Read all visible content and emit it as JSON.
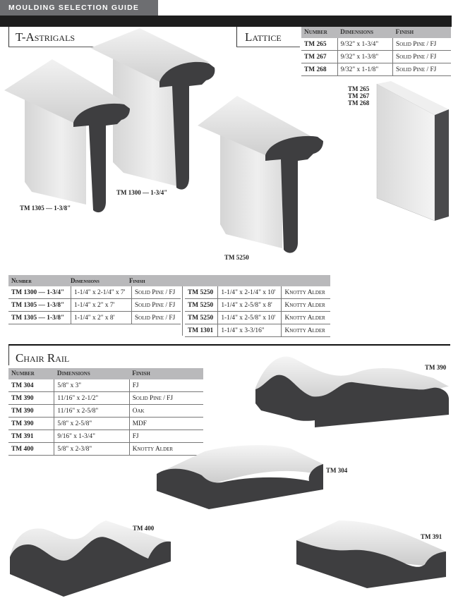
{
  "header": {
    "title": "MOULDING SELECTION GUIDE"
  },
  "t_astrigals": {
    "title": "T-Astrigals",
    "labels": {
      "tm1305": "TM 1305 — 1-3/8\"",
      "tm1300": "TM 1300 — 1-3/4\"",
      "tm5250": "TM 5250"
    },
    "table": {
      "headers": [
        "Number",
        "Dimensions",
        "Finish"
      ],
      "left_rows": [
        [
          "TM 1300 — 1-3/4\"",
          "1-1/4\" x 2-1/4\" x 7'",
          "Solid Pine / FJ"
        ],
        [
          "TM 1305 — 1-3/8\"",
          "1-1/4\" x 2\" x 7'",
          "Solid Pine / FJ"
        ],
        [
          "TM 1305 — 1-3/8\"",
          "1-1/4\" x 2\" x 8'",
          "Solid Pine / FJ"
        ]
      ],
      "right_rows": [
        [
          "TM 5250",
          "1-1/4\" x 2-1/4\" x 10'",
          "Knotty Alder"
        ],
        [
          "TM 5250",
          "1-1/4\" x 2-5/8\" x 8'",
          "Knotty Alder"
        ],
        [
          "TM 5250",
          "1-1/4\" x 2-5/8\" x 10'",
          "Knotty Alder"
        ],
        [
          "TM 1301",
          "1-1/4\" x 3-3/16\"",
          "Knotty Alder"
        ]
      ]
    }
  },
  "lattice": {
    "title": "Lattice",
    "table": {
      "headers": [
        "Number",
        "Dimensions",
        "Finish"
      ],
      "rows": [
        [
          "TM 265",
          "9/32\" x 1-3/4\"",
          "Solid Pine / FJ"
        ],
        [
          "TM 267",
          "9/32\" x 1-3/8\"",
          "Solid Pine / FJ"
        ],
        [
          "TM 268",
          "9/32\" x 1-1/8\"",
          "Solid Pine / FJ"
        ]
      ]
    },
    "labels": [
      "TM 265",
      "TM 267",
      "TM 268"
    ]
  },
  "chair_rail": {
    "title": "Chair Rail",
    "table": {
      "headers": [
        "Number",
        "Dimensions",
        "Finish"
      ],
      "rows": [
        [
          "TM 304",
          "5/8\" x 3\"",
          "FJ"
        ],
        [
          "TM 390",
          "11/16\" x 2-1/2\"",
          "Solid Pine / FJ"
        ],
        [
          "TM 390",
          "11/16\" x 2-5/8\"",
          "Oak"
        ],
        [
          "TM 390",
          "5/8\" x 2-5/8\"",
          "MDF"
        ],
        [
          "TM 391",
          "9/16\" x 1-3/4\"",
          "FJ"
        ],
        [
          "TM 400",
          "5/8\" x 2-3/8\"",
          "Knotty Alder"
        ]
      ]
    },
    "labels": {
      "tm390": "TM 390",
      "tm304": "TM 304",
      "tm400": "TM 400",
      "tm391": "TM 391"
    }
  }
}
